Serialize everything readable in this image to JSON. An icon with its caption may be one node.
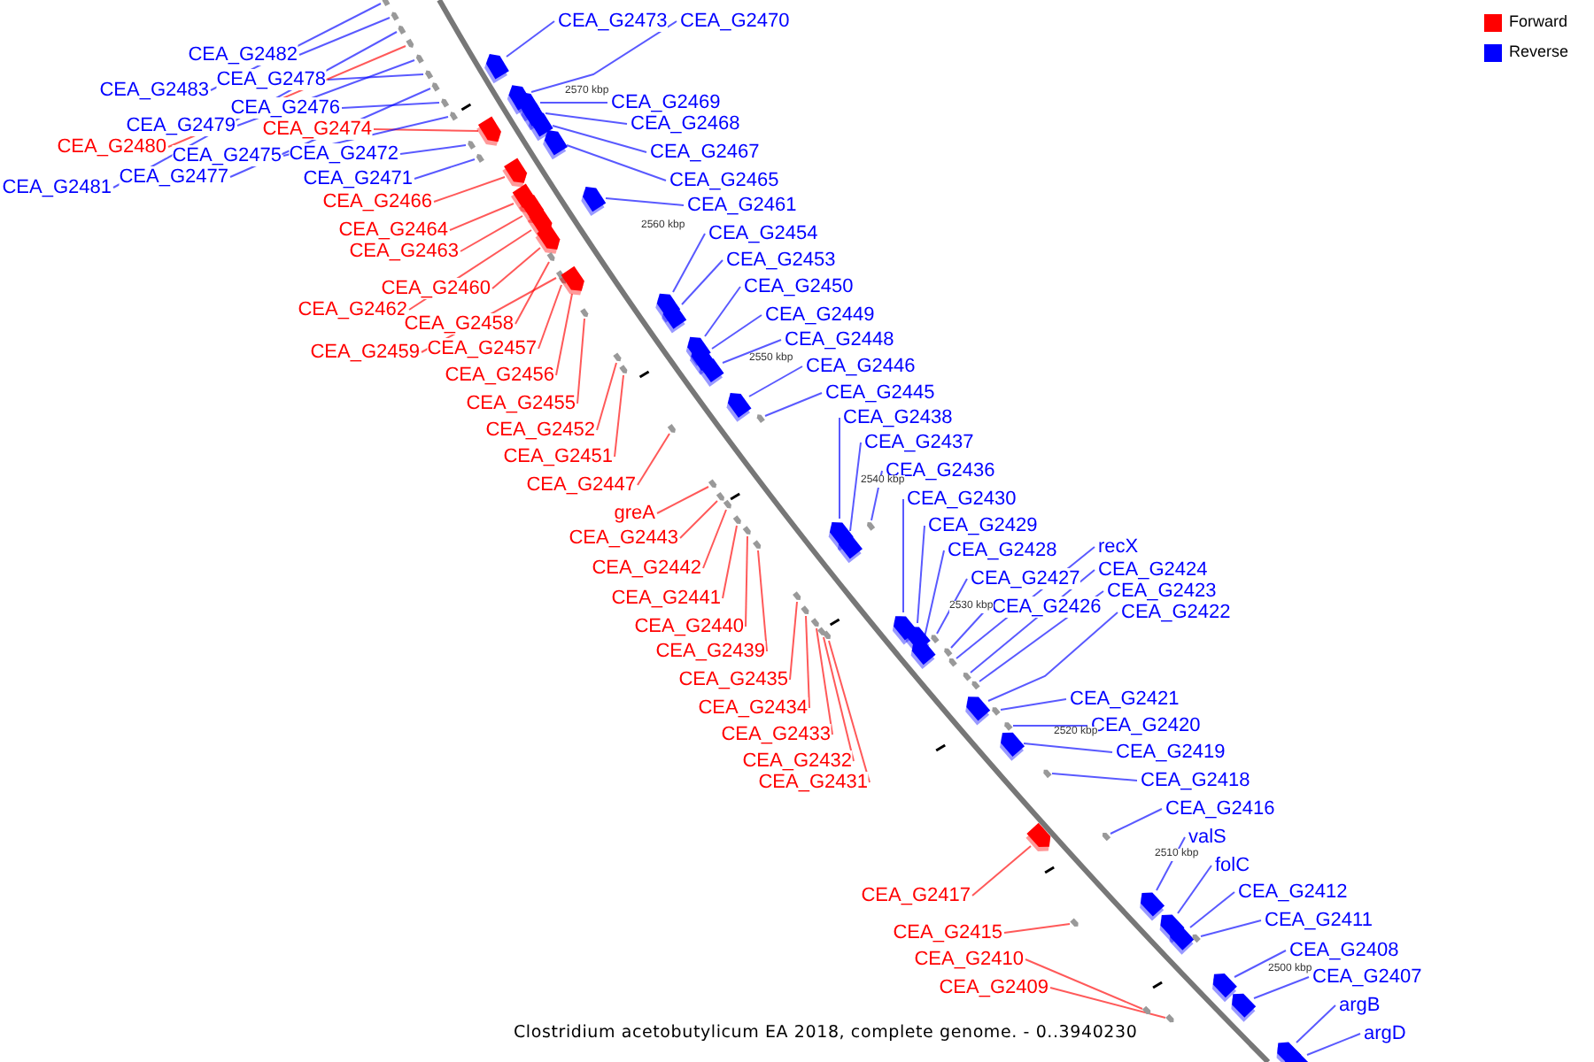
{
  "diagram": {
    "caption": "Clostridium acetobutylicum EA 2018, complete genome. - 0..3940230",
    "nodes": [
      {
        "text": [
          "CEA_G2482"
        ]
      },
      {
        "text": [
          "CEA_G2483"
        ]
      },
      {
        "text": [
          "CEA_G2478"
        ]
      },
      {
        "text": [
          "CEA_G2476"
        ]
      },
      {
        "text": [
          "CEA_G2479"
        ]
      },
      {
        "text": [
          "CEA_G2480"
        ]
      },
      {
        "text": [
          "CEA_G2474"
        ]
      },
      {
        "text": [
          "CEA_G2475"
        ]
      },
      {
        "text": [
          "CEA_G2472"
        ]
      },
      {
        "text": [
          "CEA_G2481"
        ]
      },
      {
        "text": [
          "CEA_G2477"
        ]
      },
      {
        "text": [
          "CEA_G2471"
        ]
      },
      {
        "text": [
          "CEA_G2466"
        ]
      },
      {
        "text": [
          "CEA_G2464"
        ]
      },
      {
        "text": [
          "CEA_G2463"
        ]
      },
      {
        "text": [
          "CEA_G2460"
        ]
      },
      {
        "text": [
          "CEA_G2462"
        ]
      },
      {
        "text": [
          "CEA_G2458"
        ]
      },
      {
        "text": [
          "CEA_G2459"
        ]
      },
      {
        "text": [
          "CEA_G2457"
        ]
      },
      {
        "text": [
          "CEA_G2456"
        ]
      },
      {
        "text": [
          "CEA_G2455"
        ]
      },
      {
        "text": [
          "CEA_G2452"
        ]
      },
      {
        "text": [
          "CEA_G2451"
        ]
      },
      {
        "text": [
          "CEA_G2447"
        ]
      },
      {
        "text": [
          "greA"
        ]
      },
      {
        "text": [
          "CEA_G2443"
        ]
      },
      {
        "text": [
          "CEA_G2442"
        ]
      },
      {
        "text": [
          "CEA_G2441"
        ]
      },
      {
        "text": [
          "CEA_G2440"
        ]
      },
      {
        "text": [
          "CEA_G2439"
        ]
      },
      {
        "text": [
          "CEA_G2435"
        ]
      },
      {
        "text": [
          "CEA_G2434"
        ]
      },
      {
        "text": [
          "CEA_G2433"
        ]
      },
      {
        "text": [
          "CEA_G2432"
        ]
      },
      {
        "text": [
          "CEA_G2431"
        ]
      },
      {
        "text": [
          "CEA_G2417"
        ]
      },
      {
        "text": [
          "CEA_G2415"
        ]
      },
      {
        "text": [
          "CEA_G2410"
        ]
      },
      {
        "text": [
          "CEA_G2409"
        ]
      },
      {
        "text": [
          "CEA_G2473"
        ]
      },
      {
        "text": [
          "CEA_G2470"
        ]
      },
      {
        "text": [
          "CEA_G2469"
        ]
      },
      {
        "text": [
          "CEA_G2468"
        ]
      },
      {
        "text": [
          "CEA_G2467"
        ]
      },
      {
        "text": [
          "CEA_G2465"
        ]
      },
      {
        "text": [
          "CEA_G2461"
        ]
      },
      {
        "text": [
          "CEA_G2454"
        ]
      },
      {
        "text": [
          "CEA_G2453"
        ]
      },
      {
        "text": [
          "CEA_G2450"
        ]
      },
      {
        "text": [
          "CEA_G2449"
        ]
      },
      {
        "text": [
          "CEA_G2448"
        ]
      },
      {
        "text": [
          "CEA_G2446"
        ]
      },
      {
        "text": [
          "CEA_G2445"
        ]
      },
      {
        "text": [
          "CEA_G2438"
        ]
      },
      {
        "text": [
          "CEA_G2437"
        ]
      },
      {
        "text": [
          "CEA_G2436"
        ]
      },
      {
        "text": [
          "CEA_G2430"
        ]
      },
      {
        "text": [
          "CEA_G2429"
        ]
      },
      {
        "text": [
          "CEA_G2428"
        ]
      },
      {
        "text": [
          "CEA_G2427"
        ]
      },
      {
        "text": [
          "CEA_G2426"
        ]
      },
      {
        "text": [
          "recX"
        ]
      },
      {
        "text": [
          "CEA_G2424"
        ]
      },
      {
        "text": [
          "CEA_G2423"
        ]
      },
      {
        "text": [
          "CEA_G2422"
        ]
      },
      {
        "text": [
          "CEA_G2421"
        ]
      },
      {
        "text": [
          "CEA_G2420"
        ]
      },
      {
        "text": [
          "CEA_G2419"
        ]
      },
      {
        "text": [
          "CEA_G2418"
        ]
      },
      {
        "text": [
          "CEA_G2416"
        ]
      },
      {
        "text": [
          "valS"
        ]
      },
      {
        "text": [
          "folC"
        ]
      },
      {
        "text": [
          "CEA_G2412"
        ]
      },
      {
        "text": [
          "CEA_G2411"
        ]
      },
      {
        "text": [
          "CEA_G2408"
        ]
      },
      {
        "text": [
          "CEA_G2407"
        ]
      },
      {
        "text": [
          "argB"
        ]
      },
      {
        "text": [
          "argD"
        ]
      },
      {
        "text": [],
        "shape": "arrow"
      },
      {
        "text": [],
        "shape": "arrow"
      },
      {
        "text": [],
        "shape": "arrow"
      },
      {
        "text": [],
        "shape": "arrow"
      },
      {
        "text": [],
        "shape": "arrow"
      },
      {
        "text": [],
        "shape": "arrow"
      },
      {
        "text": [],
        "shape": "arrow"
      },
      {
        "text": [],
        "shape": "arrow"
      },
      {
        "text": [],
        "shape": "arrow"
      },
      {
        "text": [],
        "shape": "arrow"
      },
      {
        "text": [],
        "shape": "arrow"
      },
      {
        "text": [],
        "shape": "arrow"
      },
      {
        "text": [],
        "shape": "arrow"
      },
      {
        "text": [],
        "shape": "arrow"
      },
      {
        "text": [],
        "shape": "arrow"
      },
      {
        "text": [],
        "shape": "arrow"
      },
      {
        "text": [],
        "shape": "arrow"
      },
      {
        "text": [],
        "shape": "arrow"
      },
      {
        "text": [],
        "shape": "arrow"
      },
      {
        "text": [],
        "shape": "arrow"
      },
      {
        "text": [],
        "shape": "arrow"
      },
      {
        "text": [],
        "shape": "arrow"
      },
      {
        "text": [],
        "shape": "arrow"
      },
      {
        "text": [],
        "shape": "arrow"
      },
      {
        "text": [],
        "shape": "arrow"
      },
      {
        "text": [],
        "shape": "arrow"
      },
      {
        "text": [],
        "shape": "arrow"
      },
      {
        "text": [],
        "shape": "arrow"
      },
      {
        "text": [],
        "shape": "arrow"
      },
      {
        "text": [],
        "shape": "arrow"
      },
      {
        "text": [],
        "shape": "arrow"
      },
      {
        "text": [],
        "shape": "arrow"
      },
      {
        "text": [],
        "shape": "arrow"
      },
      {
        "text": [],
        "shape": "arrow"
      },
      {
        "text": [],
        "shape": "arrow"
      },
      {
        "text": [],
        "shape": "arrow"
      },
      {
        "text": [],
        "shape": "arrow"
      },
      {
        "text": [],
        "shape": "arrow"
      },
      {
        "text": [],
        "shape": "arrow"
      },
      {
        "text": [],
        "shape": "arrow"
      },
      {
        "text": [],
        "shape": "arrow"
      },
      {
        "text": [],
        "shape": "arrow"
      },
      {
        "text": [],
        "shape": "arrow"
      },
      {
        "text": [],
        "shape": "arrow"
      },
      {
        "text": [],
        "shape": "arrow"
      },
      {
        "text": [],
        "shape": "arrow"
      },
      {
        "text": [],
        "shape": "arrow"
      },
      {
        "text": [],
        "shape": "arrow"
      },
      {
        "text": [],
        "shape": "arrow"
      },
      {
        "text": [],
        "shape": "arrow"
      },
      {
        "text": [],
        "shape": "arrow"
      },
      {
        "text": [],
        "shape": "arrow"
      },
      {
        "text": [],
        "shape": "arrow"
      },
      {
        "text": [],
        "shape": "arrow"
      },
      {
        "text": [],
        "shape": "arrow"
      },
      {
        "text": [],
        "shape": "arrow"
      },
      {
        "text": [],
        "shape": "arrow"
      },
      {
        "text": [],
        "shape": "arrow"
      },
      {
        "text": [],
        "shape": "arrow"
      },
      {
        "text": [],
        "shape": "arrow"
      },
      {
        "text": [],
        "shape": "arrow"
      },
      {
        "text": [],
        "shape": "arrow"
      },
      {
        "text": [],
        "shape": "arrow"
      },
      {
        "text": [],
        "shape": "arrow"
      },
      {
        "text": [],
        "shape": "arrow"
      },
      {
        "text": [],
        "shape": "arrow"
      },
      {
        "text": [],
        "shape": "arrow"
      },
      {
        "text": [],
        "shape": "arrow"
      },
      {
        "text": [],
        "shape": "arrow"
      },
      {
        "text": [],
        "shape": "arrow"
      },
      {
        "text": [],
        "shape": "arrow"
      },
      {
        "text": [],
        "shape": "arrow"
      },
      {
        "text": [],
        "shape": "arrow"
      },
      {
        "text": [],
        "shape": "arrow"
      },
      {
        "text": [],
        "shape": "arrow"
      },
      {
        "text": [],
        "shape": "arrow"
      },
      {
        "text": [],
        "shape": "arrow"
      },
      {
        "text": [],
        "shape": "arrow"
      },
      {
        "text": [],
        "shape": "arrow"
      }
    ],
    "edges": [
      {
        "from": 0,
        "to": 79,
        "arrow": "none"
      },
      {
        "from": 1,
        "to": 80,
        "arrow": "none"
      },
      {
        "from": 2,
        "to": 81,
        "arrow": "none"
      },
      {
        "from": 3,
        "to": 82,
        "arrow": "none"
      },
      {
        "from": 4,
        "to": 83,
        "arrow": "none"
      },
      {
        "from": 5,
        "to": 84,
        "arrow": "none",
        "color": "#ff0000"
      },
      {
        "from": 6,
        "to": 85,
        "arrow": "none",
        "color": "#ff0000"
      },
      {
        "from": 7,
        "to": 86,
        "arrow": "none"
      },
      {
        "from": 8,
        "to": 87,
        "arrow": "none"
      },
      {
        "from": 9,
        "to": 88,
        "arrow": "none"
      },
      {
        "from": 10,
        "to": 89,
        "arrow": "none"
      },
      {
        "from": 11,
        "to": 90,
        "arrow": "none"
      },
      {
        "from": 12,
        "to": 91,
        "arrow": "none",
        "color": "#ff0000"
      },
      {
        "from": 13,
        "to": 92,
        "arrow": "none",
        "color": "#ff0000"
      },
      {
        "from": 14,
        "to": 93,
        "arrow": "none",
        "color": "#ff0000"
      },
      {
        "from": 15,
        "to": 94,
        "arrow": "none",
        "color": "#ff0000"
      },
      {
        "from": 16,
        "to": 95,
        "arrow": "none",
        "color": "#ff0000"
      },
      {
        "from": 17,
        "to": 96,
        "arrow": "none",
        "color": "#ff0000"
      },
      {
        "from": 18,
        "to": 97,
        "arrow": "none",
        "color": "#ff0000"
      },
      {
        "from": 19,
        "to": 98,
        "arrow": "none",
        "color": "#ff0000"
      },
      {
        "from": 20,
        "to": 99,
        "arrow": "none",
        "color": "#ff0000"
      },
      {
        "from": 21,
        "to": 100,
        "arrow": "none",
        "color": "#ff0000"
      },
      {
        "from": 22,
        "to": 101,
        "arrow": "none",
        "color": "#ff0000"
      },
      {
        "from": 23,
        "to": 102,
        "arrow": "none",
        "color": "#ff0000"
      },
      {
        "from": 24,
        "to": 103,
        "arrow": "none",
        "color": "#ff0000"
      },
      {
        "from": 25,
        "to": 104,
        "arrow": "none",
        "color": "#ff0000"
      },
      {
        "from": 26,
        "to": 105,
        "arrow": "none",
        "color": "#ff0000"
      },
      {
        "from": 27,
        "to": 106,
        "arrow": "none",
        "color": "#ff0000"
      },
      {
        "from": 28,
        "to": 107,
        "arrow": "none",
        "color": "#ff0000"
      },
      {
        "from": 29,
        "to": 108,
        "arrow": "none",
        "color": "#ff0000"
      },
      {
        "from": 30,
        "to": 109,
        "arrow": "none",
        "color": "#ff0000"
      },
      {
        "from": 31,
        "to": 110,
        "arrow": "none",
        "color": "#ff0000"
      },
      {
        "from": 32,
        "to": 111,
        "arrow": "none",
        "color": "#ff0000"
      },
      {
        "from": 33,
        "to": 112,
        "arrow": "none",
        "color": "#ff0000"
      },
      {
        "from": 34,
        "to": 113,
        "arrow": "none",
        "color": "#ff0000"
      },
      {
        "from": 35,
        "to": 114,
        "arrow": "none",
        "color": "#ff0000"
      },
      {
        "from": 36,
        "to": 115,
        "arrow": "none",
        "color": "#ff0000"
      },
      {
        "from": 37,
        "to": 116,
        "arrow": "none",
        "color": "#ff0000"
      },
      {
        "from": 38,
        "to": 117,
        "arrow": "none",
        "color": "#ff0000"
      },
      {
        "from": 39,
        "to": 118,
        "arrow": "none",
        "color": "#ff0000"
      },
      {
        "from": 40,
        "to": 119,
        "arrow": "none"
      },
      {
        "from": 41,
        "to": 120,
        "arrow": "none"
      },
      {
        "from": 42,
        "to": 121,
        "arrow": "none"
      },
      {
        "from": 43,
        "to": 122,
        "arrow": "none"
      },
      {
        "from": 44,
        "to": 123,
        "arrow": "none"
      },
      {
        "from": 45,
        "to": 124,
        "arrow": "none"
      },
      {
        "from": 46,
        "to": 125,
        "arrow": "none"
      },
      {
        "from": 47,
        "to": 126,
        "arrow": "none"
      },
      {
        "from": 48,
        "to": 127,
        "arrow": "none"
      },
      {
        "from": 49,
        "to": 128,
        "arrow": "none"
      },
      {
        "from": 50,
        "to": 129,
        "arrow": "none"
      },
      {
        "from": 51,
        "to": 130,
        "arrow": "none"
      },
      {
        "from": 52,
        "to": 131,
        "arrow": "none"
      },
      {
        "from": 53,
        "to": 132,
        "arrow": "none"
      },
      {
        "from": 54,
        "to": 133,
        "arrow": "none"
      },
      {
        "from": 55,
        "to": 134,
        "arrow": "none"
      },
      {
        "from": 56,
        "to": 135,
        "arrow": "none"
      },
      {
        "from": 57,
        "to": 136,
        "arrow": "none"
      },
      {
        "from": 58,
        "to": 137,
        "arrow": "none"
      },
      {
        "from": 59,
        "to": 138,
        "arrow": "none"
      },
      {
        "from": 60,
        "to": 139,
        "arrow": "none"
      },
      {
        "from": 61,
        "to": 140,
        "arrow": "none"
      },
      {
        "from": 62,
        "to": 141,
        "arrow": "none"
      },
      {
        "from": 63,
        "to": 142,
        "arrow": "none"
      },
      {
        "from": 64,
        "to": 143,
        "arrow": "none"
      },
      {
        "from": 65,
        "to": 144,
        "arrow": "none"
      },
      {
        "from": 66,
        "to": 145,
        "arrow": "none"
      },
      {
        "from": 67,
        "to": 146,
        "arrow": "none"
      },
      {
        "from": 68,
        "to": 147,
        "arrow": "none"
      },
      {
        "from": 69,
        "to": 148,
        "arrow": "none"
      },
      {
        "from": 70,
        "to": 149,
        "arrow": "none"
      },
      {
        "from": 71,
        "to": 150,
        "arrow": "none"
      },
      {
        "from": 72,
        "to": 151,
        "arrow": "none"
      },
      {
        "from": 73,
        "to": 152,
        "arrow": "none"
      },
      {
        "from": 74,
        "to": 153,
        "arrow": "none"
      },
      {
        "from": 75,
        "to": 154,
        "arrow": "none"
      },
      {
        "from": 76,
        "to": 155,
        "arrow": "none"
      },
      {
        "from": 77,
        "to": 156,
        "arrow": "none"
      },
      {
        "from": 78,
        "to": 157,
        "arrow": "none"
      }
    ],
    "labels": [
      "2570 kbp",
      "2560 kbp",
      "2550 kbp",
      "2540 kbp",
      "2530 kbp",
      "2520 kbp",
      "2510 kbp",
      "2500 kbp"
    ],
    "legend": [
      {
        "text": "Forward",
        "color": "#ff0000"
      },
      {
        "text": "Reverse",
        "color": "#0000ff"
      }
    ]
  }
}
